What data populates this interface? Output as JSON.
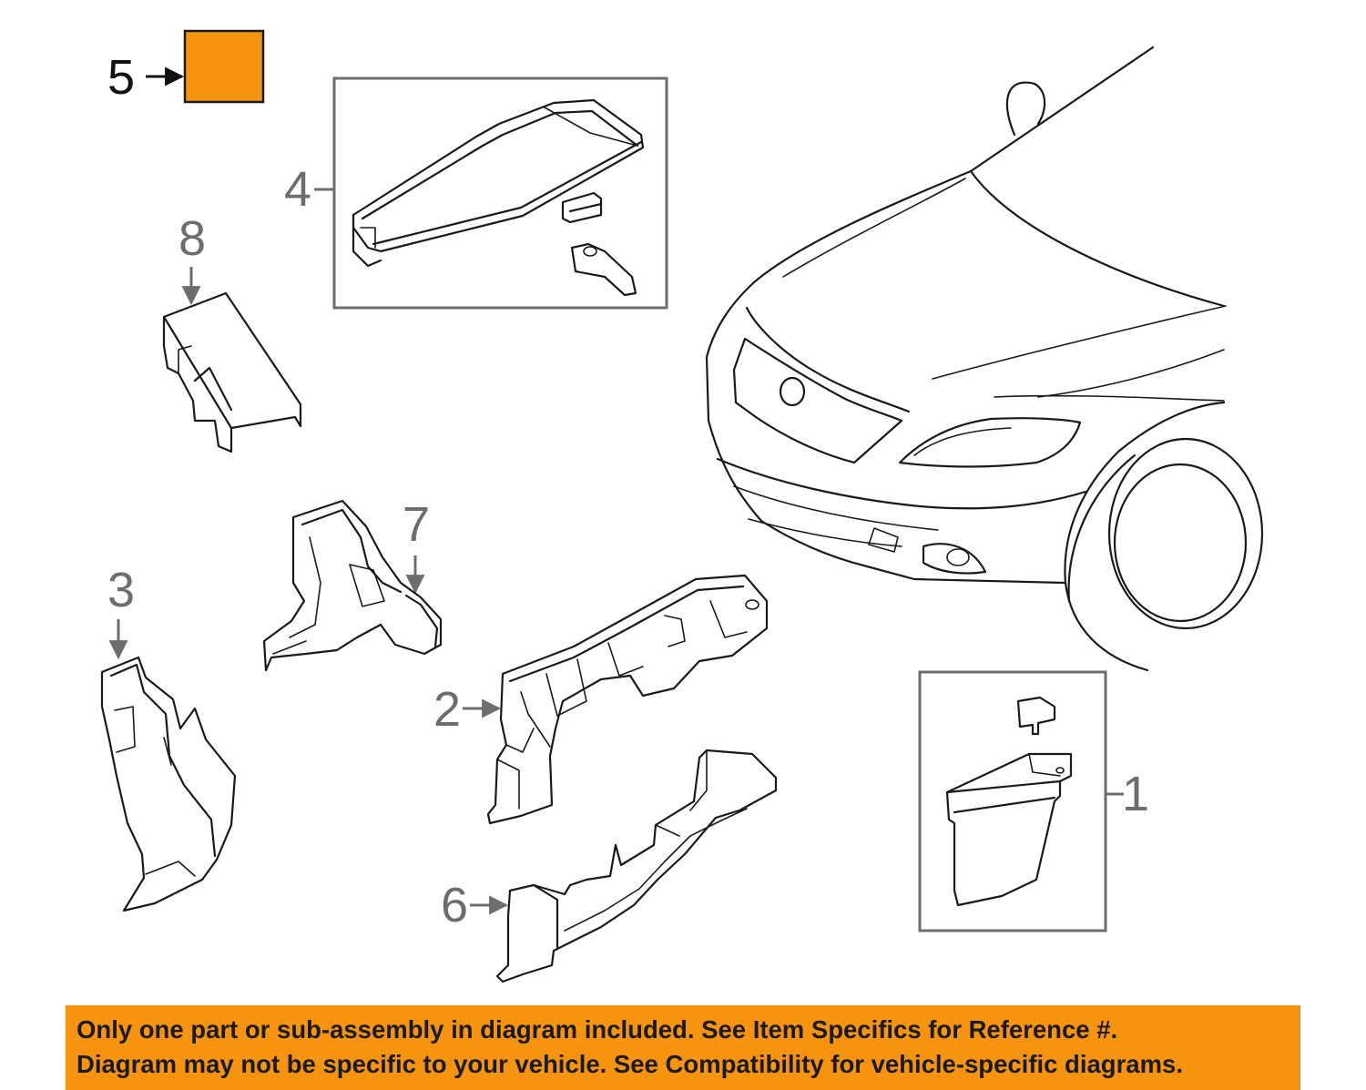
{
  "callouts": {
    "c1": "1",
    "c2": "2",
    "c3": "3",
    "c4": "4",
    "c5": "5",
    "c6": "6",
    "c7": "7",
    "c8": "8"
  },
  "highlight_color": "#f7940f",
  "highlighted_part": "5",
  "notice": {
    "line1": "Only one part or sub-assembly in diagram included. See Item Specifics for Reference #.",
    "line2": "Diagram may not be specific to your vehicle. See Compatibility for vehicle-specific diagrams."
  }
}
